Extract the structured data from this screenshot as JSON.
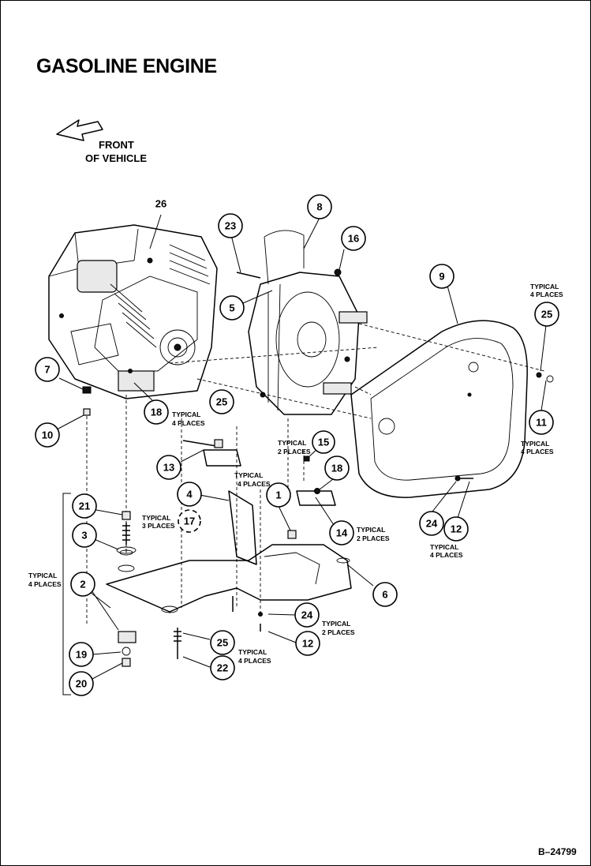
{
  "title": "GASOLINE ENGINE",
  "front_label": [
    "FRONT",
    "OF VEHICLE"
  ],
  "drawing_number": "B–24799",
  "callouts": [
    "26",
    "23",
    "8",
    "16",
    "5",
    "9",
    "25",
    "7",
    "10",
    "18",
    "25",
    "11",
    "13",
    "15",
    "18",
    "4",
    "1",
    "21",
    "17",
    "3",
    "14",
    "24",
    "12",
    "2",
    "6",
    "24",
    "25",
    "12",
    "19",
    "22",
    "20"
  ],
  "notes": {
    "typ_4_places_top_right": [
      "TYPICAL",
      "4 PLACES"
    ],
    "typ_4_places_18": [
      "TYPICAL",
      "4 PLACES"
    ],
    "typ_4_places_11": [
      "TYPICAL",
      "4 PLACES"
    ],
    "typ_2_places_15": [
      "TYPICAL",
      "2 PLACES"
    ],
    "typ_places_4": [
      "TYPICAL",
      "4 PLACES"
    ],
    "typ_3_places_21": [
      "TYPICAL",
      "3 PLACES"
    ],
    "typ_2_places_14": [
      "TYPICAL",
      "2 PLACES"
    ],
    "typ_4_places_12": [
      "TYPICAL",
      "4 PLACES"
    ],
    "typ_4_places_left": [
      "TYPICAL",
      "4 PLACES"
    ],
    "typ_2_places_12b": [
      "TYPICAL",
      "2 PLACES"
    ],
    "typ_4_places_22": [
      "TYPICAL",
      "4 PLACES"
    ]
  }
}
